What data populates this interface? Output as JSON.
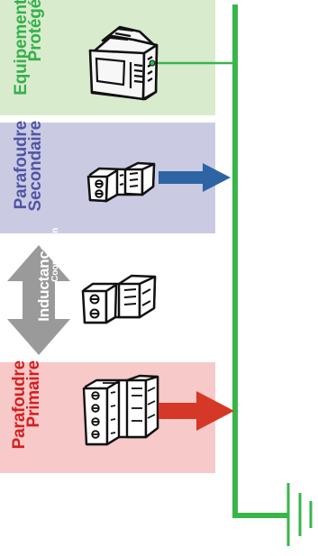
{
  "labels": {
    "equipment": "Equipement\nProtégé",
    "secondary": "Parafoudre\nSecondaire",
    "inductance": "Inductance",
    "coordination": "Coordination",
    "primary": "Parafoudre\nPrimaire"
  },
  "colors": {
    "equipment_panel": "#d8ebcd",
    "equipment_text": "#34b04a",
    "secondary_panel": "#cacbe3",
    "secondary_text": "#5154a5",
    "secondary_arrow": "#2d64a3",
    "primary_panel": "#f7c9c8",
    "primary_text": "#d51f1f",
    "primary_arrow": "#d53826",
    "ground_line": "#39b54a",
    "inductance_arrow": "#9a9a9a"
  }
}
